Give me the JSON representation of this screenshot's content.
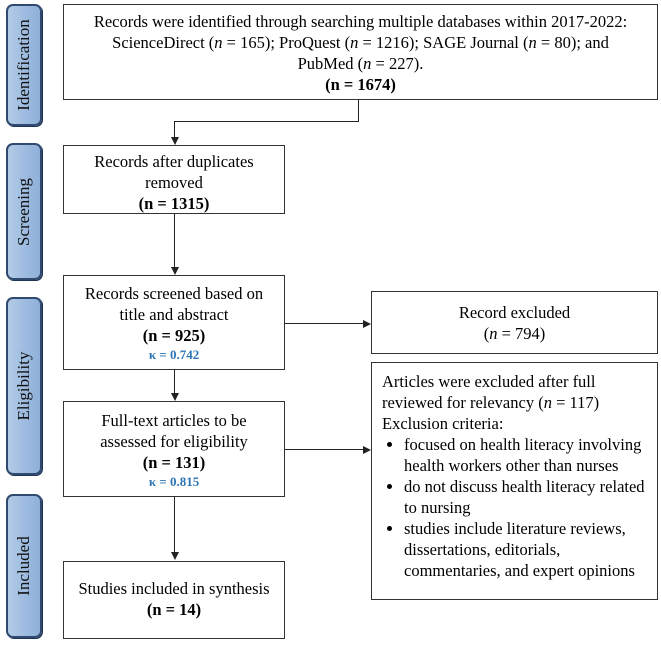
{
  "stages": {
    "identification": "Identification",
    "screening": "Screening",
    "eligibility": "Eligibility",
    "included": "Included"
  },
  "identification_box": {
    "line1": "Records were identified through searching multiple databases within 2017-2022:",
    "sd_pre": "ScienceDirect (",
    "sd_val": " = 165); ProQuest (",
    "pq_val": " = 1216); SAGE Journal (",
    "sage_val": " = 80);  and",
    "pubmed_pre": "PubMed (",
    "pubmed_val": " = 227).",
    "total": "(n = 1674)"
  },
  "duplicates_box": {
    "text": "Records after duplicates removed",
    "count": "(n = 1315)"
  },
  "screened_box": {
    "text": "Records screened based on title and abstract",
    "count": "(n = 925)",
    "kappa": "κ = 0.742"
  },
  "excluded_box": {
    "text": "Record excluded",
    "count_pre": "(",
    "count_val": " = 794)"
  },
  "fulltext_box": {
    "text": "Full-text articles to be assessed for eligibility",
    "count": "(n = 131)",
    "kappa": "κ = 0.815"
  },
  "exclusion_box": {
    "intro_a": "Articles were excluded after full reviewed for relevancy (",
    "intro_b": " = 117)",
    "criteria_title": "Exclusion criteria:",
    "criteria": [
      "focused on health literacy involving health workers other than nurses",
      "do not discuss health literacy related to nursing",
      "studies include literature reviews, dissertations, editorials, commentaries, and expert opinions"
    ]
  },
  "included_box": {
    "text": "Studies included in synthesis",
    "count": "(n = 14)"
  },
  "n_symbol": "n"
}
